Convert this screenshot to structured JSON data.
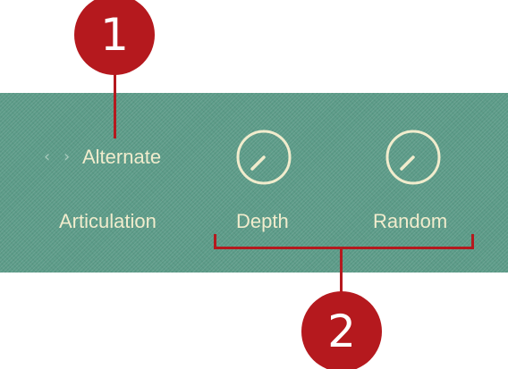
{
  "articulation": {
    "value": "Alternate",
    "label": "Articulation",
    "prev_glyph": "‹",
    "next_glyph": "›"
  },
  "knobs": {
    "depth_label": "Depth",
    "random_label": "Random",
    "depth_level": 0.0,
    "random_level": 0.0
  },
  "callouts": {
    "one": "1",
    "two": "2"
  },
  "colors": {
    "panel": "#5c9b88",
    "text": "#f1eccd",
    "callout": "#b5191e"
  }
}
